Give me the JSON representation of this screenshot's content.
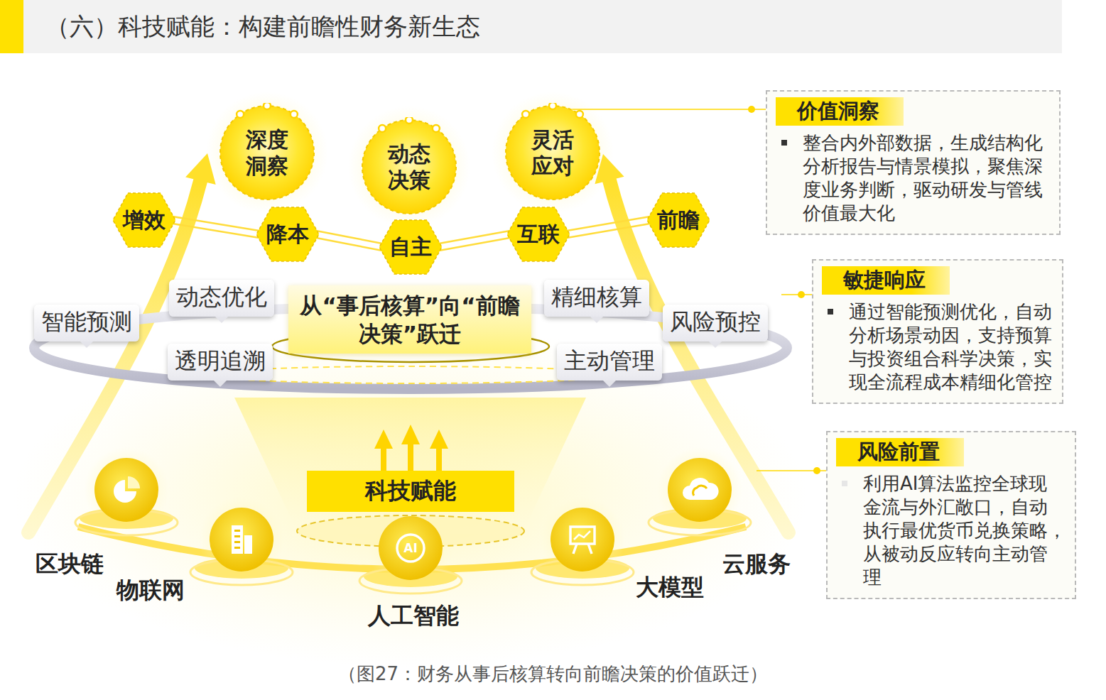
{
  "diagram": {
    "title": "（六）科技赋能：构建前瞻性财务新生态",
    "caption": "（图27：财务从事后核算转向前瞻决策的价值跃迁）",
    "nodes": [
      {
        "text": [
          "深度 洞察"
        ]
      },
      {
        "text": [
          "动态 决策"
        ]
      },
      {
        "text": [
          "灵活 应对"
        ]
      },
      {
        "text": [
          "价值洞察",
          "整合内外部数据，生成结构化 分析报告与情景模拟，聚焦深 度业务判断，驱动研发与管线 价值最大化"
        ]
      },
      {
        "text": [
          "增效"
        ]
      },
      {
        "text": [
          "降本"
        ]
      },
      {
        "text": [
          "自主"
        ]
      },
      {
        "text": [
          "互联"
        ]
      },
      {
        "text": [
          "前瞻"
        ]
      },
      {
        "text": [
          "智能预测"
        ]
      },
      {
        "text": [
          "动态优化"
        ]
      },
      {
        "text": [
          "从“事后核算”向“前瞻 决策”跃迁"
        ]
      },
      {
        "text": [
          "精细核算"
        ]
      },
      {
        "text": [
          "风险预控"
        ]
      },
      {
        "text": [
          "敏捷响应",
          "通过智能预测优化，自动 分析场景动因，支持预算 与投资组合科学决策，实 现全流程成本精细化管控"
        ]
      },
      {
        "text": [
          "透明追溯"
        ]
      },
      {
        "text": [
          "主动管理"
        ]
      },
      {
        "text": [
          "风险前置",
          "利用AI算法监控全球现 金流与外汇敞口，自动 执行最优货币兑换策略， 从被动反应转向主动管 理"
        ]
      },
      {
        "text": [
          "科技赋能"
        ]
      },
      {
        "text": [
          "区块链"
        ]
      },
      {
        "text": [
          "物联网"
        ]
      },
      {
        "text": [
          "人工智能"
        ]
      },
      {
        "text": [
          "大模型"
        ]
      },
      {
        "text": [
          "云服务"
        ]
      }
    ],
    "edges": [
      {
        "from": 2,
        "to": 3,
        "arrow": "none"
      },
      {
        "from": 4,
        "to": 5,
        "arrow": "none"
      },
      {
        "from": 5,
        "to": 6,
        "arrow": "none"
      },
      {
        "from": 6,
        "to": 7,
        "arrow": "none"
      },
      {
        "from": 7,
        "to": 8,
        "arrow": "none"
      }
    ],
    "labels": [
      "AI"
    ]
  }
}
